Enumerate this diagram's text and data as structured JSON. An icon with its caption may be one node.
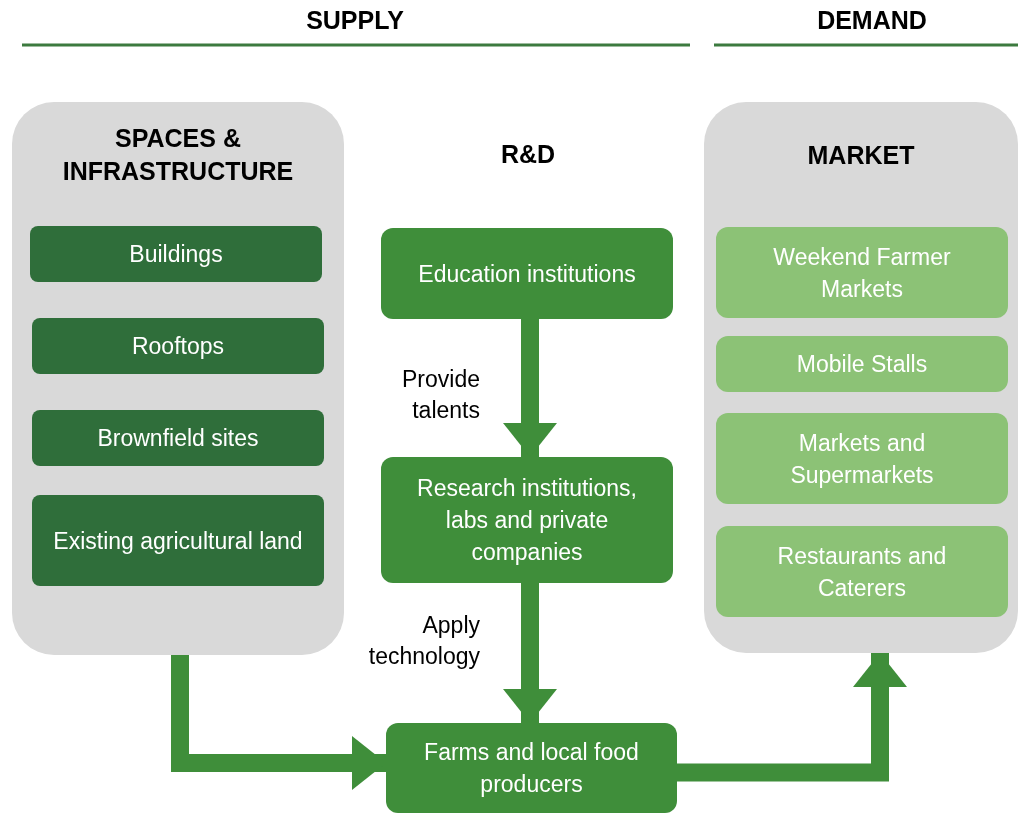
{
  "diagram": {
    "nodes": [
      {
        "text": [
          "SPACES & INFRASTRUCTURE"
        ]
      },
      {
        "text": [
          "Buildings"
        ],
        "in": 0
      },
      {
        "text": [
          "Rooftops"
        ],
        "in": 0
      },
      {
        "text": [
          "Brownfield sites"
        ],
        "in": 0
      },
      {
        "text": [
          "Existing agricultural land"
        ],
        "in": 0
      },
      {
        "text": [
          "Education institutions"
        ]
      },
      {
        "text": [
          "Research institutions, labs and private companies"
        ]
      },
      {
        "text": [
          "Farms and local food producers"
        ]
      },
      {
        "text": [
          "MARKET"
        ]
      },
      {
        "text": [
          "Weekend Farmer Markets"
        ],
        "in": 8
      },
      {
        "text": [
          "Mobile Stalls"
        ],
        "in": 8
      },
      {
        "text": [
          "Markets and Supermarkets"
        ],
        "in": 8
      },
      {
        "text": [
          "Restaurants and Caterers"
        ],
        "in": 8
      }
    ],
    "edges": [
      {
        "from": 5,
        "to": 6,
        "arrow": "to",
        "label": "Provide talents"
      },
      {
        "from": 6,
        "to": 7,
        "arrow": "to",
        "label": "Apply technology"
      },
      {
        "from": 0,
        "to": 7,
        "arrow": "to"
      },
      {
        "from": 7,
        "to": 8,
        "arrow": "to"
      }
    ],
    "labels": [
      "SUPPLY",
      "DEMAND",
      "R&D"
    ]
  }
}
